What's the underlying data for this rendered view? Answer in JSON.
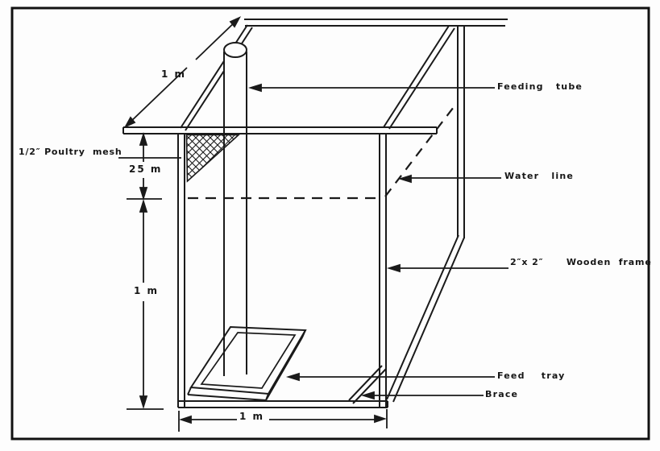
{
  "figure": {
    "labels": {
      "feeding_tube": "Feeding   tube",
      "water_line": "Water   line",
      "wooden_frame": "2″x 2″      Wooden  frame",
      "feed_tray": "Feed    tray",
      "brace": "Brace",
      "poultry_mesh": "1/2″ Poultry  mesh"
    },
    "dimensions": {
      "lid_depth": "1 m",
      "mesh_height": "25 m",
      "cage_depth": "1 m",
      "cage_width": "1 m"
    },
    "colors": {
      "ink": "#1a1a1a",
      "paper": "#fdfdfd"
    }
  }
}
